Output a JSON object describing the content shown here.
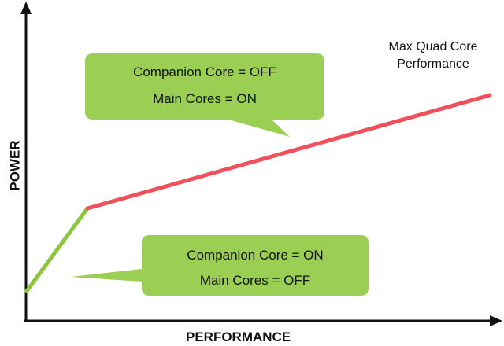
{
  "diagram": {
    "axis_x_label": "PERFORMANCE",
    "axis_y_label": "POWER",
    "peak_annotation": {
      "line1": "Max Quad Core",
      "line2": "Performance"
    },
    "upper_callout": {
      "line1": "Companion Core = OFF",
      "line2": "Main Cores = ON"
    },
    "lower_callout": {
      "line1": "Companion Core = ON",
      "line2": "Main Cores = OFF"
    },
    "colors": {
      "companion_segment": "#8cc63f",
      "main_segment": "#f0505a",
      "callout_fill": "#9bcf53",
      "axis": "#111111"
    }
  }
}
